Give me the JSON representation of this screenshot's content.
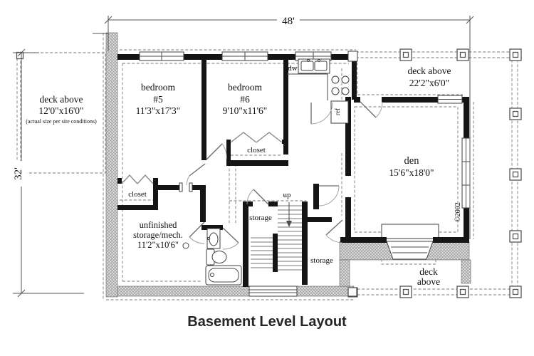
{
  "title": "Basement Level Layout",
  "dimensions": {
    "width": "48'",
    "height": "32'"
  },
  "decks": {
    "left": {
      "line1": "deck above",
      "line2": "12'0\"x16'0\"",
      "note": "(actual size per site conditions)"
    },
    "top_right": {
      "line1": "deck above",
      "line2": "22'2\"x6'0\""
    },
    "bottom_right": {
      "line1": "deck",
      "line2": "above"
    }
  },
  "rooms": {
    "bedroom5": {
      "line1": "bedroom",
      "line2": "#5",
      "line3": "11'3\"x17'3\""
    },
    "bedroom6": {
      "line1": "bedroom",
      "line2": "#6",
      "line3": "9'10\"x11'6\""
    },
    "den": {
      "line1": "den",
      "line2": "15'6\"x18'0\""
    },
    "unfinished_storage": {
      "line1": "unfinished",
      "line2": "storage/mech.",
      "line3": "11'2\"x10'6\""
    },
    "closet_bedroom5": "closet",
    "closet_bedroom6": "closet",
    "storage_under_stairs": "storage",
    "storage_rear": "storage"
  },
  "labels": {
    "up": "up",
    "dishwasher": "dw",
    "refrigerator": "ref",
    "copyright": "©2002"
  },
  "colors": {
    "wall": "#151515",
    "hatch_line": "#8f8f8f",
    "dashed": "#7a7a7a",
    "text": "#111111"
  }
}
